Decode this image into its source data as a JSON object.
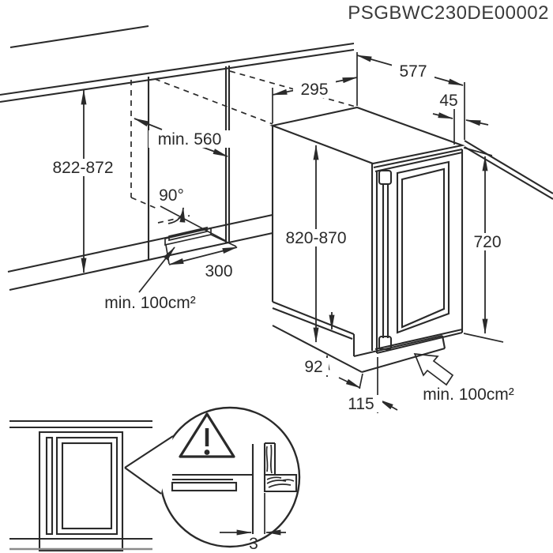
{
  "title": "PSGBWC230DE00002",
  "dimensions": {
    "appliance_depth": "577",
    "appliance_width": "295",
    "door_overhang": "45",
    "niche_height": "822-872",
    "niche_depth": "min. 560",
    "vent_flap_angle": "90°",
    "appliance_height": "820-870",
    "door_height": "720",
    "plinth_vent_width": "300",
    "plinth_vent_area": "min. 100cm²",
    "plinth_height": "92",
    "plinth_recess_depth": "115",
    "base_vent_area": "min. 100cm²",
    "side_clearance_gap": "3"
  }
}
